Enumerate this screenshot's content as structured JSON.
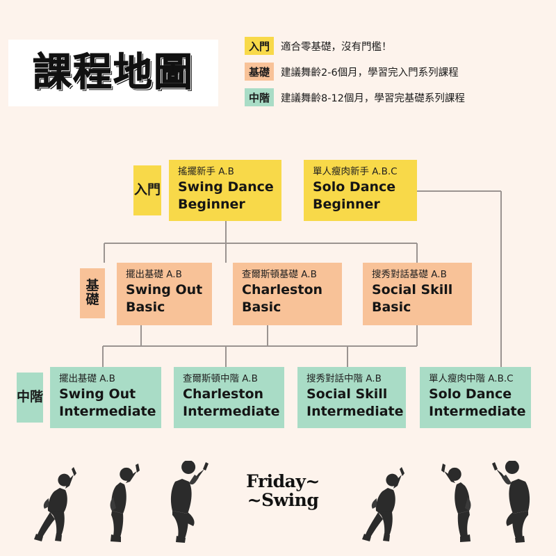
{
  "page": {
    "title": "課程地圖",
    "background_color": "#FDF3EC"
  },
  "colors": {
    "entry": "#F8D949",
    "basic": "#F8C298",
    "intermediate": "#A9DCC6",
    "connector": "#9a9390",
    "title_card": "#FFFFFF"
  },
  "legend": {
    "items": [
      {
        "chip": "入門",
        "desc": "適合零基礎，沒有門檻！",
        "color": "#F8D949"
      },
      {
        "chip": "基礎",
        "desc": "建議舞齡2-6個月，學習完入門系列課程",
        "color": "#F8C298"
      },
      {
        "chip": "中階",
        "desc": "建議舞齡8-12個月，學習完基礎系列課程",
        "color": "#A9DCC6"
      }
    ]
  },
  "tiers": [
    {
      "label": "入門",
      "color": "#F8D949"
    },
    {
      "label": "基礎",
      "color": "#F8C298"
    },
    {
      "label": "中階",
      "color": "#A9DCC6"
    }
  ],
  "courses": {
    "entry": [
      {
        "zh": "搖擺新手 A.B",
        "en_line1": "Swing Dance",
        "en_line2": "Beginner"
      },
      {
        "zh": "單人瘦肉新手 A.B.C",
        "en_line1": "Solo Dance",
        "en_line2": "Beginner"
      }
    ],
    "basic": [
      {
        "zh": "擺出基礎 A.B",
        "en_line1": "Swing Out",
        "en_line2": "Basic"
      },
      {
        "zh": "查爾斯頓基礎 A.B",
        "en_line1": "Charleston",
        "en_line2": "Basic"
      },
      {
        "zh": "搜秀對話基礎 A.B",
        "en_line1": "Social Skill",
        "en_line2": "Basic"
      }
    ],
    "intermediate": [
      {
        "zh": "擺出基礎 A.B",
        "en_line1": "Swing Out",
        "en_line2": "Intermediate"
      },
      {
        "zh": "查爾斯頓中階 A.B",
        "en_line1": "Charleston",
        "en_line2": "Intermediate"
      },
      {
        "zh": "搜秀對話中階 A.B",
        "en_line1": "Social Skill",
        "en_line2": "Intermediate"
      },
      {
        "zh": "單人瘦肉中階 A.B.C",
        "en_line1": "Solo Dance",
        "en_line2": "Intermediate"
      }
    ]
  },
  "brand": {
    "line1": "Friday~",
    "line2": "~Swing"
  }
}
